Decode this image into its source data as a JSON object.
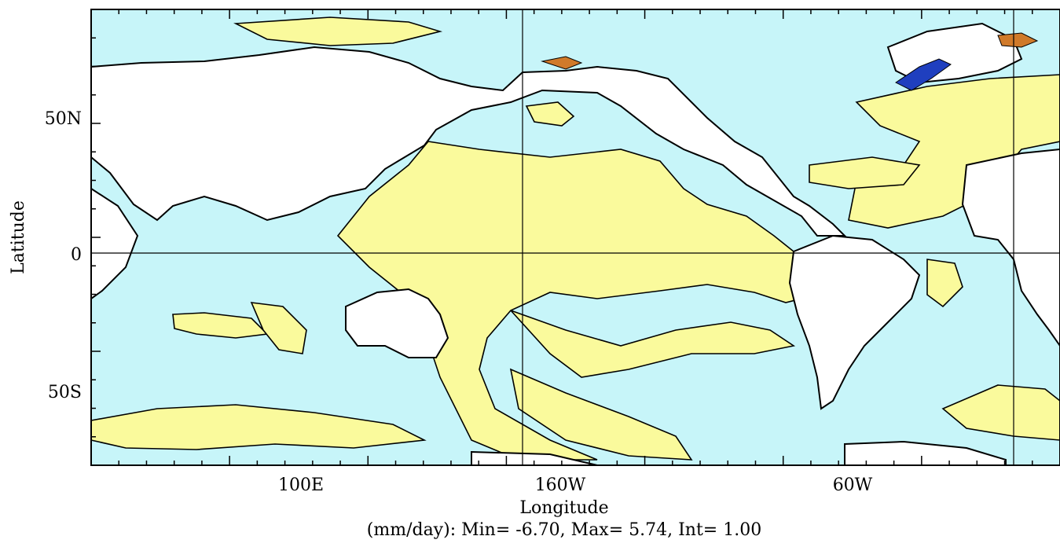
{
  "map": {
    "axes": {
      "xlabel": "Longitude",
      "ylabel": "Latitude",
      "x_ticks": [
        "100E",
        "160W",
        "60W"
      ],
      "y_ticks": [
        "50N",
        "0",
        "50S"
      ]
    },
    "caption": "(mm/day): Min= -6.70, Max= 5.74, Int= 1.00",
    "colors": {
      "negative": "#c7f5f9",
      "positive": "#fafa9c",
      "land": "#ffffff",
      "strong_negative": "#1f3fbf",
      "strong_positive": "#d07a2a"
    }
  }
}
